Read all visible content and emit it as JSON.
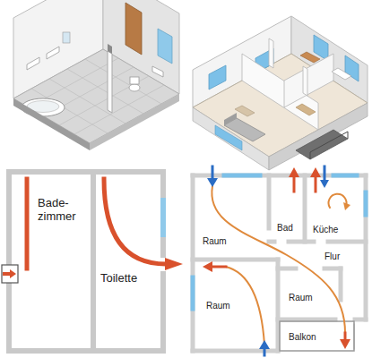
{
  "diagram": {
    "labels": [
      "Bade- zimmer",
      "Toilette",
      "Raum",
      "Bad",
      "Küche",
      "Flur",
      "Raum",
      "Raum",
      "Balkon"
    ]
  }
}
